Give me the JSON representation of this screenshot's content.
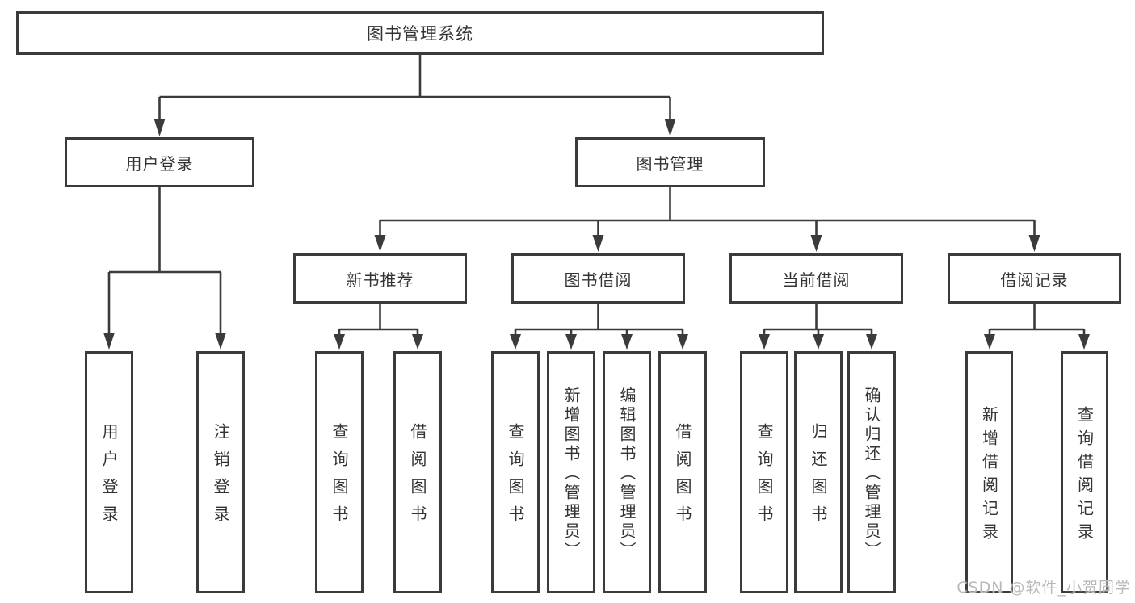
{
  "tree": {
    "root": {
      "label": "图书管理系统"
    },
    "branches": [
      {
        "label": "用户登录",
        "children": [
          {
            "label": "用户登录"
          },
          {
            "label": "注销登录"
          }
        ]
      },
      {
        "label": "图书管理",
        "children": [
          {
            "label": "新书推荐",
            "children": [
              {
                "label": "查询图书"
              },
              {
                "label": "借阅图书"
              }
            ]
          },
          {
            "label": "图书借阅",
            "children": [
              {
                "label": "查询图书"
              },
              {
                "label": "新增图书（管理员）"
              },
              {
                "label": "编辑图书（管理员）"
              },
              {
                "label": "借阅图书"
              }
            ]
          },
          {
            "label": "当前借阅",
            "children": [
              {
                "label": "查询图书"
              },
              {
                "label": "归还图书"
              },
              {
                "label": "确认归还（管理员）"
              }
            ]
          },
          {
            "label": "借阅记录",
            "children": [
              {
                "label": "新增借阅记录"
              },
              {
                "label": "查询借阅记录"
              }
            ]
          }
        ]
      }
    ]
  },
  "watermark": {
    "text": "CSDN @软件_小贺同学"
  },
  "colors": {
    "line": "#3b3b3b",
    "text": "#333333",
    "watermark": "#b9b9b9",
    "background": "#ffffff"
  }
}
